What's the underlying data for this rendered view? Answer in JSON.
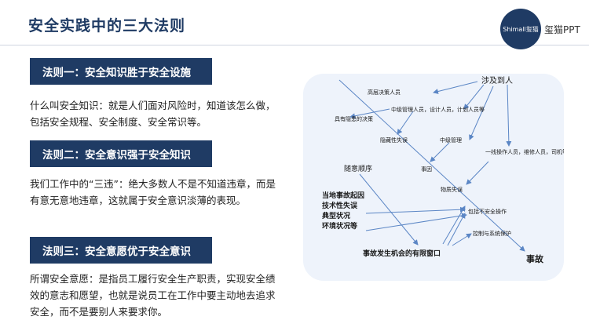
{
  "page": {
    "title": "安全实践中的三大法则",
    "brand": {
      "logo_label": "Shimall玺猫",
      "name": "玺猫PPT",
      "color": "#1f3b64"
    }
  },
  "rules": [
    {
      "heading": "法则一：安全知识胜于安全设施",
      "body": "什么叫安全知识：就是人们面对风险时，知道该怎么做，包括安全规程、安全制度、安全常识等。"
    },
    {
      "heading": "法则二：安全意识强于安全知识",
      "body": "我们工作中的“三违”：绝大多数人不是不知道违章，而是有意无意地违章，这就属于安全意识淡薄的表现。"
    },
    {
      "heading": "法则三：安全意愿优于安全意识",
      "body": "所谓安全意愿：是指员工履行安全生产职责，实现安全绩效的意志和愿望，也就是说员工在工作中要主动地去追求安全，而不是要别人来要求你。"
    }
  ],
  "diagram": {
    "labels": {
      "involved": "涉及到人",
      "senior": "高层决策人员",
      "middle": "中级管理人员，设计人员，计划人员等",
      "intent": "具有隐患的决策",
      "hidden": "隐藏性失误",
      "midmgmt": "中级管理",
      "frontline": "一线操作人员，维修人员，司机等",
      "random": "随意顺序",
      "cause": "事因",
      "physical": "物质失误",
      "local": "当地事故起因",
      "tech": "技术性失误",
      "typical": "典型状况",
      "env": "环境状况等",
      "unsafe": "包括不安全操作",
      "control": "控制与系统保护",
      "window": "事故发生机会的有限窗口",
      "accident": "事故"
    }
  }
}
